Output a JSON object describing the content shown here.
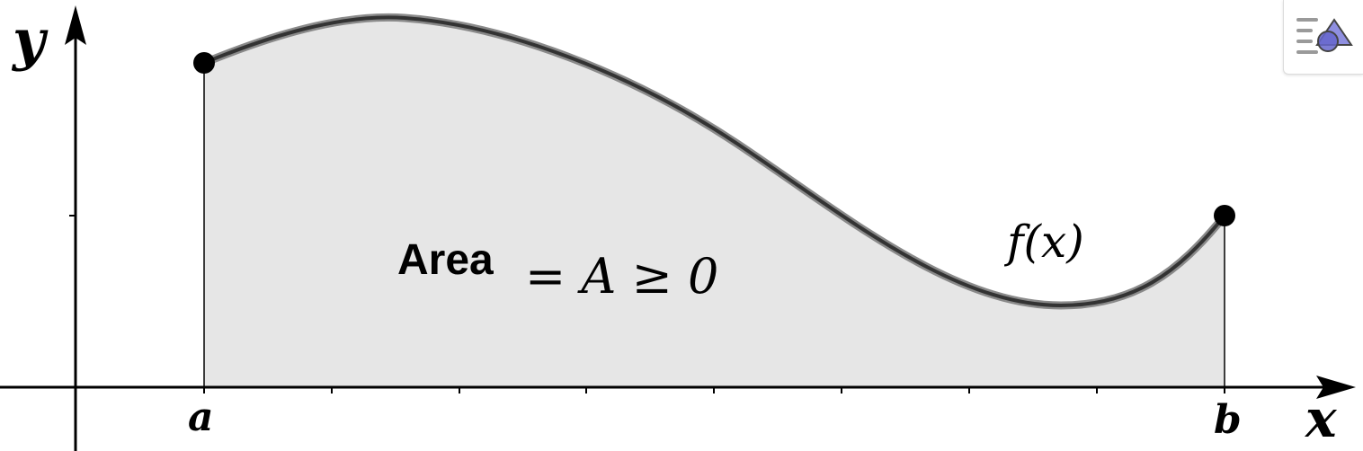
{
  "axes": {
    "x_label": "x",
    "y_label": "y"
  },
  "labels": {
    "a": "a",
    "b": "b",
    "function": "f(x)",
    "area_word": "Area",
    "area_expression": "= A ≥ 0"
  },
  "colors": {
    "area_fill": "#e6e6e6",
    "curve_stroke": "#333333",
    "curve_halo": "#8a8a8a",
    "axis": "#000000",
    "icon_accent": "#6666cc"
  },
  "toolbar": {
    "style_bar_icon": "style-bar-icon"
  }
}
